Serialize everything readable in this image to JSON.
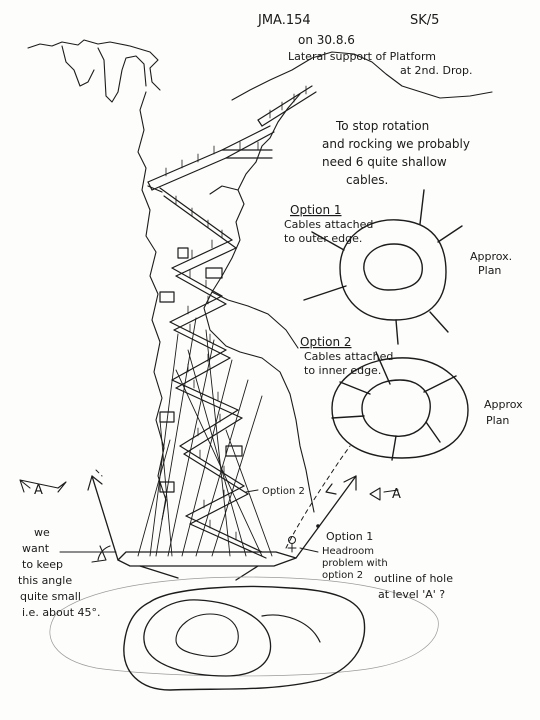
{
  "header": {
    "ref": "JMA.154",
    "sheet": "SK/5",
    "date": "on 30.8.6",
    "title_line1": "Lateral support of Platform",
    "title_line2": "at 2nd. Drop."
  },
  "notes": {
    "rotation": [
      "To stop rotation",
      "and rocking we probably",
      "need 6 quite shallow",
      "cables."
    ],
    "option1_title": "Option 1",
    "option1_desc": [
      "Cables attached",
      "to outer edge."
    ],
    "option2_title": "Option 2",
    "option2_desc": [
      "Cables attached",
      "to inner edge."
    ],
    "approx_plan_1": [
      "Approx.",
      "Plan"
    ],
    "approx_plan_2": [
      "Approx",
      "Plan"
    ],
    "section_left": "A",
    "section_right": "A",
    "option2_label": "Option 2",
    "option1_label": "Option 1",
    "headroom": [
      "Headroom",
      "problem with",
      "option 2"
    ],
    "angle_note": [
      "we",
      "want",
      "to keep",
      "this angle",
      "quite small",
      "i.e. about 45°."
    ],
    "outline_note": [
      "outline of hole",
      "at level 'A' ?"
    ]
  }
}
